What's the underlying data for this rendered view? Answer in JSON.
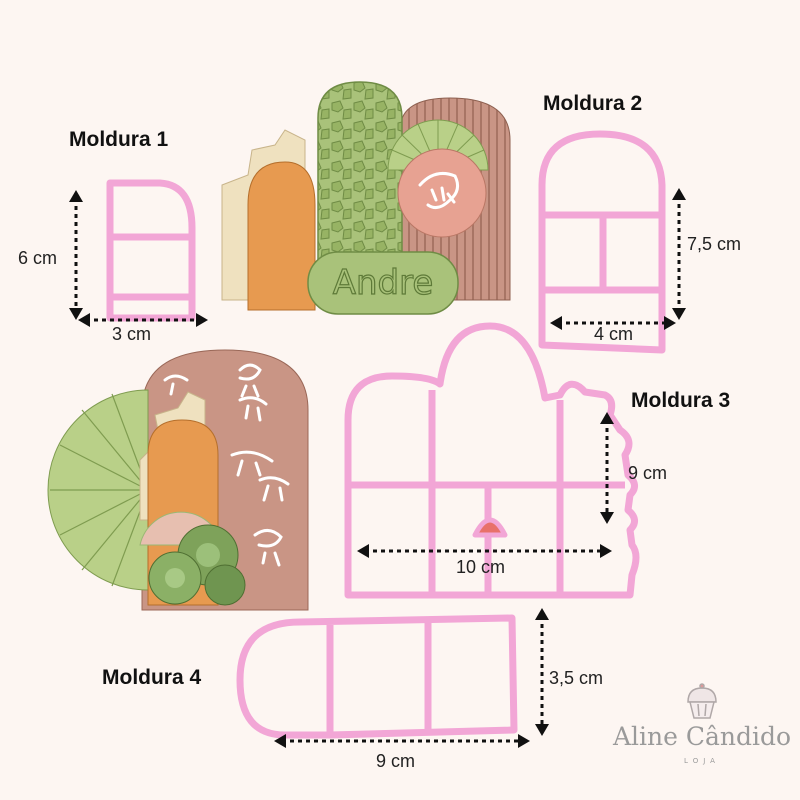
{
  "labels": {
    "moldura1": "Moldura 1",
    "moldura2": "Moldura 2",
    "moldura3": "Moldura 3",
    "moldura4": "Moldura 4"
  },
  "dimensions": {
    "m1_height": "6 cm",
    "m1_width": "3 cm",
    "m2_height": "7,5 cm",
    "m2_width": "4 cm",
    "m3_height": "9 cm",
    "m3_width": "10 cm",
    "m4_height": "3,5 cm",
    "m4_width": "9 cm"
  },
  "topper_name": "Andre",
  "brand": {
    "name": "Aline Cândido",
    "subtitle": "LOJA"
  },
  "colors": {
    "cutter_pink": "#f2a6d6",
    "clay_green": "#a9c27a",
    "clay_orange": "#e79a50",
    "clay_brown": "#c99585",
    "clay_cream": "#efe1bf"
  }
}
